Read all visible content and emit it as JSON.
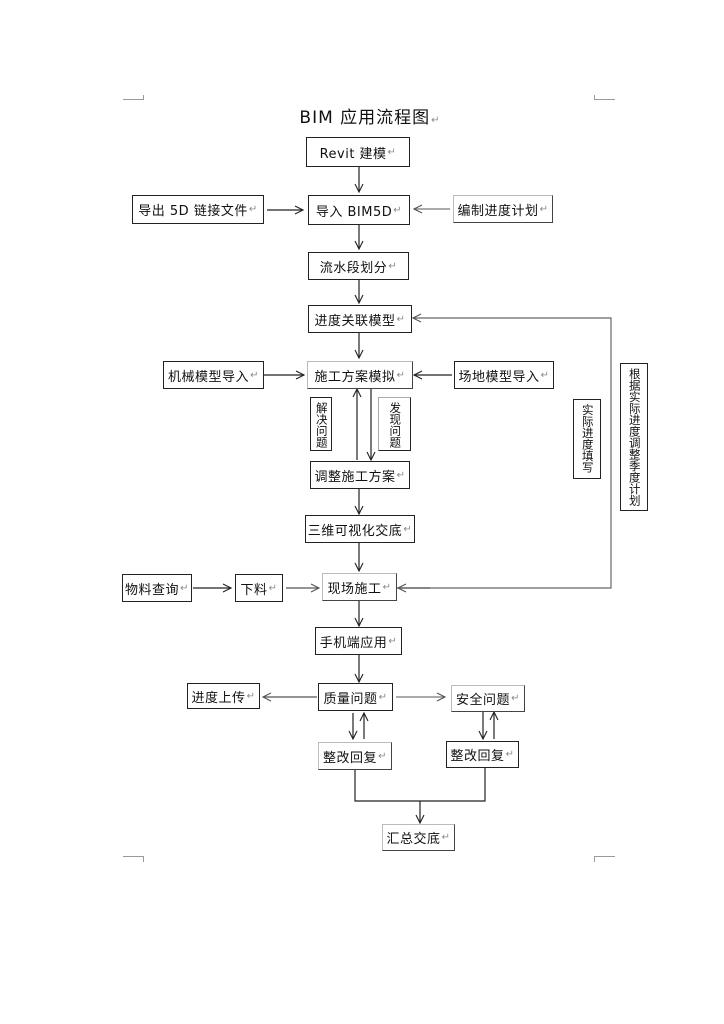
{
  "diagram": {
    "title": "BIM 应用流程图",
    "para_mark": "↵",
    "nodes": {
      "revit_modeling": "Revit 建模",
      "import_bim5d": "导入 BIM5D",
      "export_5d_link": "导出 5D 链接文件",
      "compile_schedule": "编制进度计划",
      "flow_section_division": "流水段划分",
      "schedule_link_model": "进度关联模型",
      "machinery_model_import": "机械模型导入",
      "construction_plan_simulation": "施工方案模拟",
      "site_model_import": "场地模型导入",
      "solve_problem": "解决问题",
      "find_problem": "发现问题",
      "adjust_construction_plan": "调整施工方案",
      "visual_3d_briefing": "三维可视化交底",
      "material_query": "物料查询",
      "material_cutting": "下料",
      "site_construction": "现场施工",
      "mobile_app": "手机端应用",
      "progress_upload": "进度上传",
      "quality_issue": "质量问题",
      "safety_issue": "安全问题",
      "quality_rectify_reply": "整改回复",
      "safety_rectify_reply": "整改回复",
      "summary_briefing": "汇总交底",
      "actual_progress_fill": "实际进度填写",
      "adjust_quarterly_plan": "根据实际进度调整季度计划"
    },
    "edges": [
      {
        "from": "revit_modeling",
        "to": "import_bim5d"
      },
      {
        "from": "export_5d_link",
        "to": "import_bim5d"
      },
      {
        "from": "compile_schedule",
        "to": "import_bim5d"
      },
      {
        "from": "import_bim5d",
        "to": "flow_section_division"
      },
      {
        "from": "flow_section_division",
        "to": "schedule_link_model"
      },
      {
        "from": "schedule_link_model",
        "to": "construction_plan_simulation"
      },
      {
        "from": "machinery_model_import",
        "to": "construction_plan_simulation"
      },
      {
        "from": "site_model_import",
        "to": "construction_plan_simulation"
      },
      {
        "from": "construction_plan_simulation",
        "to": "adjust_construction_plan",
        "label": "find_problem"
      },
      {
        "from": "adjust_construction_plan",
        "to": "construction_plan_simulation",
        "label": "solve_problem"
      },
      {
        "from": "adjust_construction_plan",
        "to": "visual_3d_briefing"
      },
      {
        "from": "visual_3d_briefing",
        "to": "site_construction"
      },
      {
        "from": "material_query",
        "to": "material_cutting"
      },
      {
        "from": "material_cutting",
        "to": "site_construction"
      },
      {
        "from": "site_construction",
        "to": "mobile_app"
      },
      {
        "from": "mobile_app",
        "to": "quality_issue"
      },
      {
        "from": "quality_issue",
        "to": "progress_upload"
      },
      {
        "from": "quality_issue",
        "to": "safety_issue"
      },
      {
        "from": "quality_issue",
        "to": "quality_rectify_reply"
      },
      {
        "from": "quality_rectify_reply",
        "to": "quality_issue"
      },
      {
        "from": "safety_issue",
        "to": "safety_rectify_reply"
      },
      {
        "from": "safety_rectify_reply",
        "to": "safety_issue"
      },
      {
        "from": "quality_rectify_reply",
        "to": "summary_briefing"
      },
      {
        "from": "safety_rectify_reply",
        "to": "summary_briefing"
      },
      {
        "from": "site_construction",
        "to": "schedule_link_model",
        "label": "actual_progress_fill / adjust_quarterly_plan"
      }
    ]
  }
}
